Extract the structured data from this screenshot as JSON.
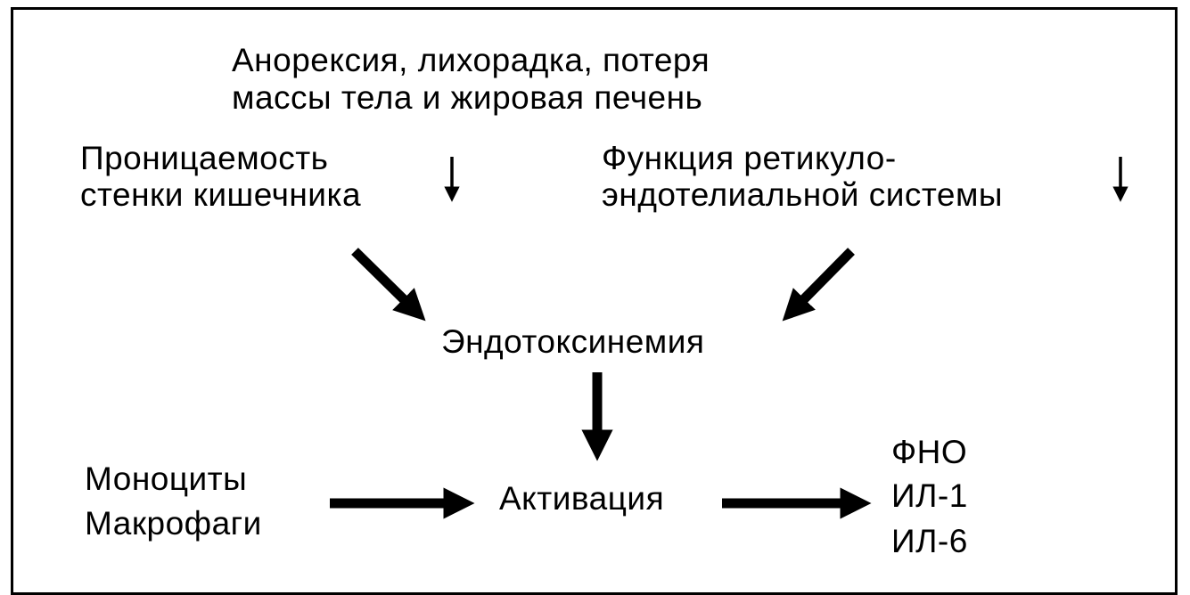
{
  "diagram": {
    "top_effects": {
      "line1": "Анорексия, лихорадка, потеря",
      "line2": "массы тела и жировая печень"
    },
    "gut_permeability": {
      "line1": "Проницаемость",
      "line2": "стенки кишечника",
      "trend": "↓"
    },
    "res_function": {
      "line1": "Функция ретикуло-",
      "line2": "эндотелиальной системы",
      "trend": "↓"
    },
    "endotoxemia": "Эндотоксинемия",
    "cells": {
      "line1": "Моноциты",
      "line2": "Макрофаги"
    },
    "activation": "Активация",
    "cytokines": [
      "ФНО",
      "ИЛ-1",
      "ИЛ-6"
    ]
  }
}
